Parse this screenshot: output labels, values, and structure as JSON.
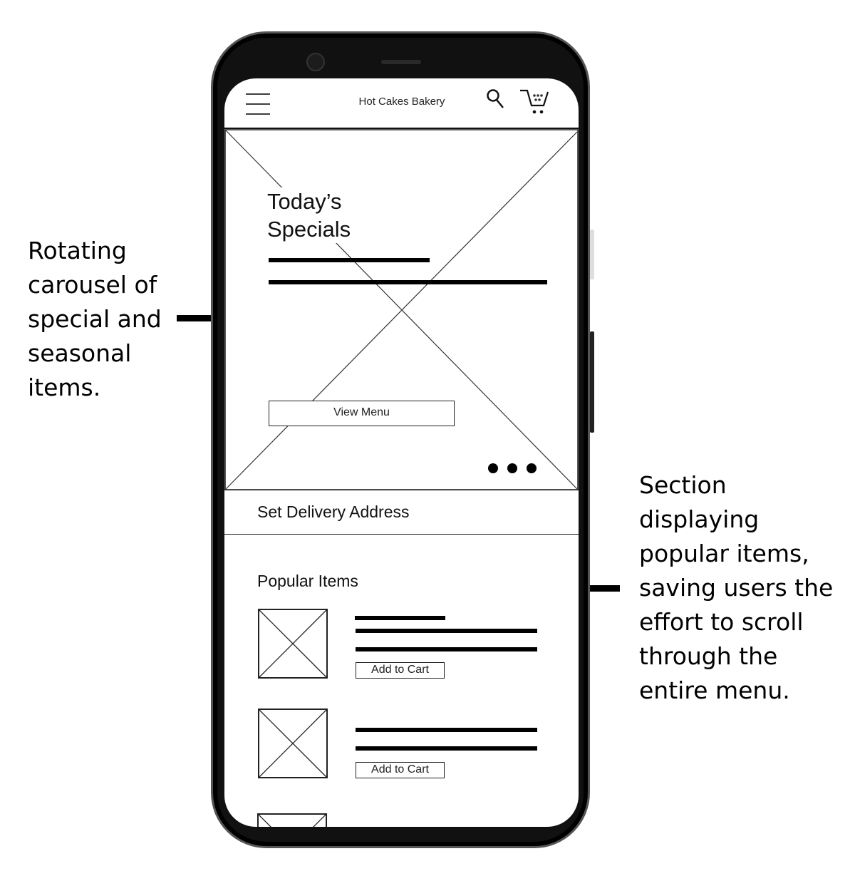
{
  "app": {
    "title": "Hot Cakes Bakery"
  },
  "header": {
    "menu_icon": "hamburger-icon",
    "search_icon": "search-icon",
    "cart_icon": "cart-icon"
  },
  "hero": {
    "title_line1": "Today’s",
    "title_line2": "Specials",
    "button_label": "View Menu",
    "carousel_pages": 3
  },
  "delivery": {
    "label": "Set Delivery Address"
  },
  "popular": {
    "title": "Popular Items",
    "items": [
      {
        "button_label": "Add to Cart"
      },
      {
        "button_label": "Add to Cart"
      }
    ]
  },
  "annotations": {
    "left": "Rotating\ncarousel of\nspecial and\nseasonal\nitems.",
    "right": "Section\ndisplaying\npopular items,\nsaving users the\neffort to scroll\nthrough the\nentire menu."
  }
}
